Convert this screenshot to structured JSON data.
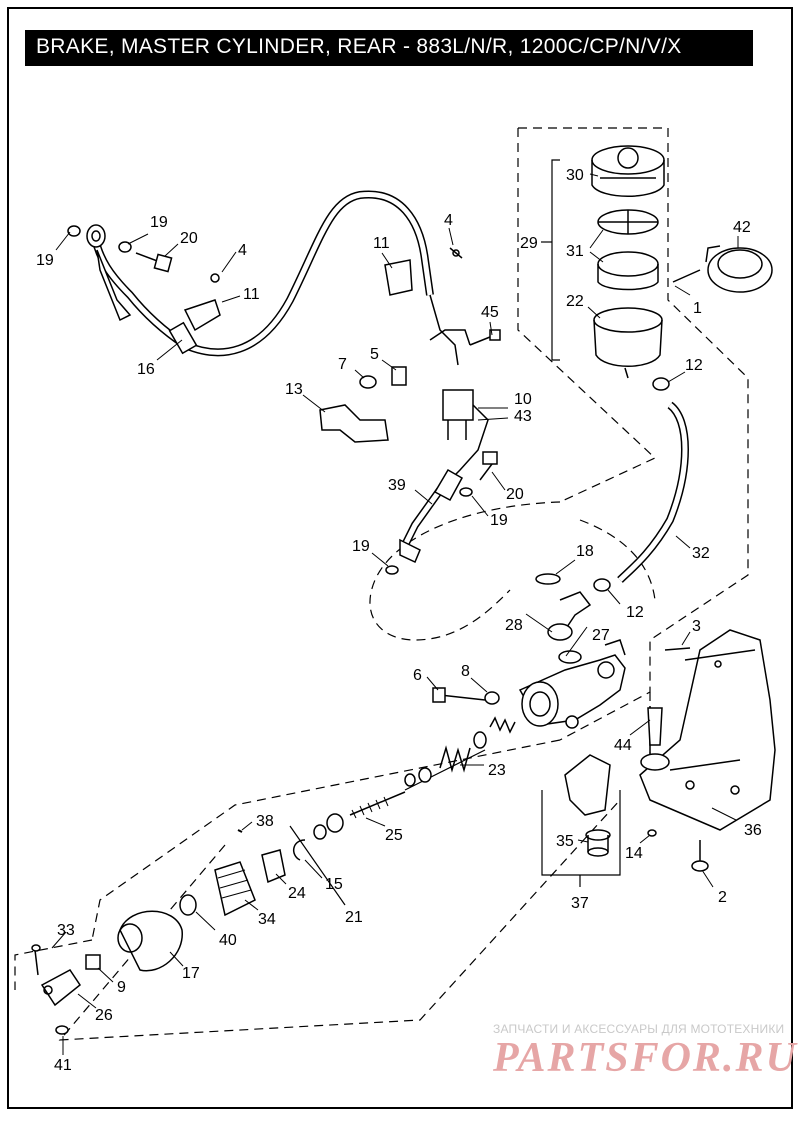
{
  "title": "BRAKE, MASTER CYLINDER, REAR - 883L/N/R, 1200C/CP/N/V/X",
  "watermark": {
    "line1": "ЗАПЧАСТИ И АКСЕССУАРЫ ДЛЯ МОТОТЕХНИКИ",
    "line2": "PARTSFOR.RU"
  },
  "callouts": {
    "c19a": "19",
    "c19b": "19",
    "c20a": "20",
    "c4a": "4",
    "c11a": "11",
    "c16": "16",
    "c11b": "11",
    "c4b": "4",
    "c45": "45",
    "c7": "7",
    "c5": "5",
    "c13": "13",
    "c10": "10",
    "c43": "43",
    "c39": "39",
    "c20b": "20",
    "c19c": "19",
    "c19d": "19",
    "c30": "30",
    "c29": "29",
    "c31": "31",
    "c22": "22",
    "c42": "42",
    "c1": "1",
    "c12a": "12",
    "c32": "32",
    "c18": "18",
    "c28": "28",
    "c27": "27",
    "c12b": "12",
    "c3": "3",
    "c6": "6",
    "c8": "8",
    "c44": "44",
    "c23": "23",
    "c36": "36",
    "c14": "14",
    "c2": "2",
    "c35": "35",
    "c37": "37",
    "c38": "38",
    "c25": "25",
    "c24": "24",
    "c15": "15",
    "c21": "21",
    "c34": "34",
    "c40": "40",
    "c17": "17",
    "c33": "33",
    "c9": "9",
    "c26": "26",
    "c41": "41"
  }
}
